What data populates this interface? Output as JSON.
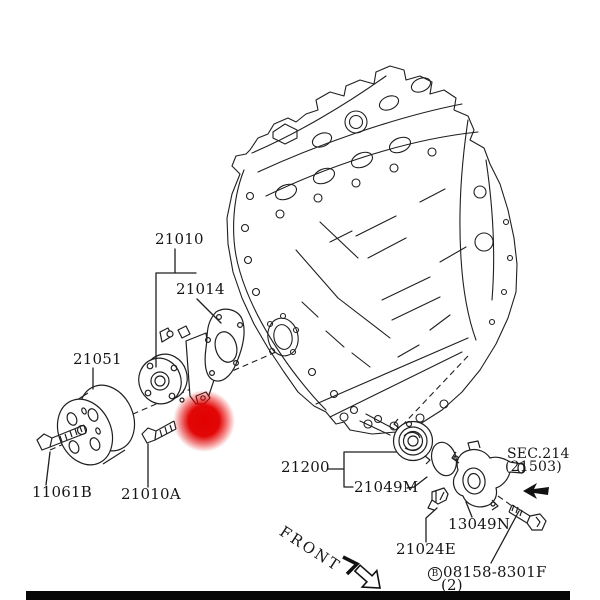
{
  "image_type": "engine cooling system exploded parts diagram",
  "colors": {
    "background": "#ffffff",
    "line": "#1f1f1f",
    "text": "#161616",
    "highlight_red": "#e10000",
    "bottom_bar": "#070707",
    "sec_arrow": "#111111"
  },
  "labels": {
    "p21010": "21010",
    "p21014": "21014",
    "p21051": "21051",
    "p11061B": "11061B",
    "p21010A": "21010A",
    "p21200": "21200",
    "p21049M": "21049M",
    "sec_ref": "SEC.214",
    "sec_part": "(21503)",
    "p13049N": "13049N",
    "p21024E": "21024E",
    "bolt_prefix": "B",
    "bolt_part": "08158-8301F",
    "bolt_qty": "(2)",
    "front": "FRONT"
  }
}
